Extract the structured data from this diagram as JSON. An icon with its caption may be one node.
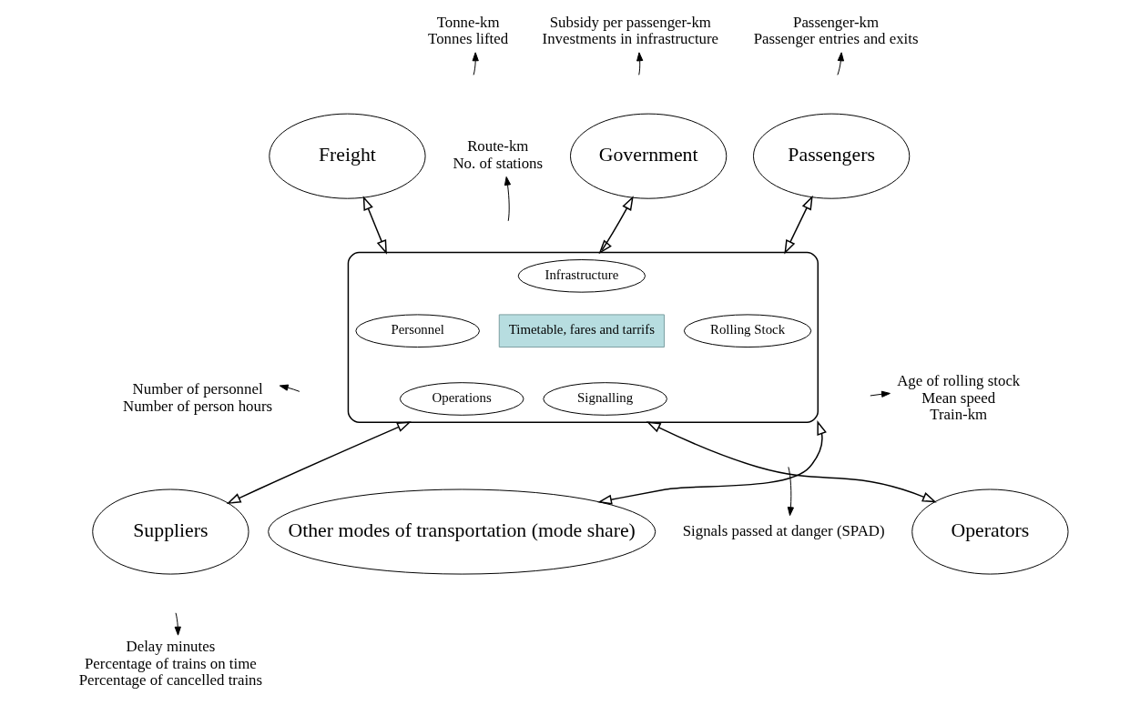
{
  "diagram": {
    "nodes": [
      {
        "text": [
          "Government"
        ]
      },
      {
        "text": [
          "Freight"
        ]
      },
      {
        "text": [
          "Passengers"
        ]
      },
      {
        "text": [],
        "shape": "ellipse"
      },
      {
        "text": [
          "Infrastructure"
        ],
        "in": 3
      },
      {
        "text": [
          "Personnel"
        ],
        "in": 3
      },
      {
        "text": [
          "Timetable, fares and tarrifs"
        ],
        "in": 3
      },
      {
        "text": [
          "Rolling Stock"
        ],
        "in": 3
      },
      {
        "text": [
          "Operations"
        ],
        "in": 3
      },
      {
        "text": [
          "Signalling"
        ],
        "in": 3
      },
      {
        "text": [
          "Operators"
        ]
      },
      {
        "text": [
          "Suppliers"
        ]
      },
      {
        "text": [
          "Other modes of transportation (mode share)"
        ]
      },
      {
        "text": [
          "Subsidy per passenger-km",
          "Investments in infrastructure"
        ]
      },
      {
        "text": [
          "Tonne-km",
          "Tonnes lifted"
        ]
      },
      {
        "text": [
          "Passenger-km",
          "Passenger entries and exits"
        ]
      },
      {
        "text": [
          "Route-km",
          "No. of stations"
        ]
      },
      {
        "text": [
          "Age of rolling stock",
          "Mean speed",
          "Train-km"
        ]
      },
      {
        "text": [
          "Number of personnel",
          "Number of person hours"
        ]
      },
      {
        "text": [
          "Signals passed at danger (SPAD)"
        ]
      },
      {
        "text": [
          "Delay minutes",
          "Percentage of trains on time",
          "Percentage of cancelled trains"
        ]
      }
    ],
    "edges": [
      {
        "from": 0,
        "to": 3,
        "arrow": "both"
      },
      {
        "from": 1,
        "to": 3,
        "arrow": "both"
      },
      {
        "from": 2,
        "to": 3,
        "arrow": "both"
      },
      {
        "from": 10,
        "to": 3,
        "arrow": "both"
      },
      {
        "from": 11,
        "to": 3,
        "arrow": "both"
      },
      {
        "from": 12,
        "to": 3,
        "arrow": "both"
      },
      {
        "from": null,
        "to": 13,
        "arrow": "to"
      },
      {
        "from": null,
        "to": 14,
        "arrow": "to"
      },
      {
        "from": null,
        "to": 15,
        "arrow": "to"
      },
      {
        "from": null,
        "to": 16,
        "arrow": "to"
      },
      {
        "from": null,
        "to": 17,
        "arrow": "to"
      },
      {
        "from": null,
        "to": 18,
        "arrow": "to"
      },
      {
        "from": null,
        "to": 19,
        "arrow": "to"
      },
      {
        "from": null,
        "to": 20,
        "arrow": "to"
      }
    ]
  }
}
